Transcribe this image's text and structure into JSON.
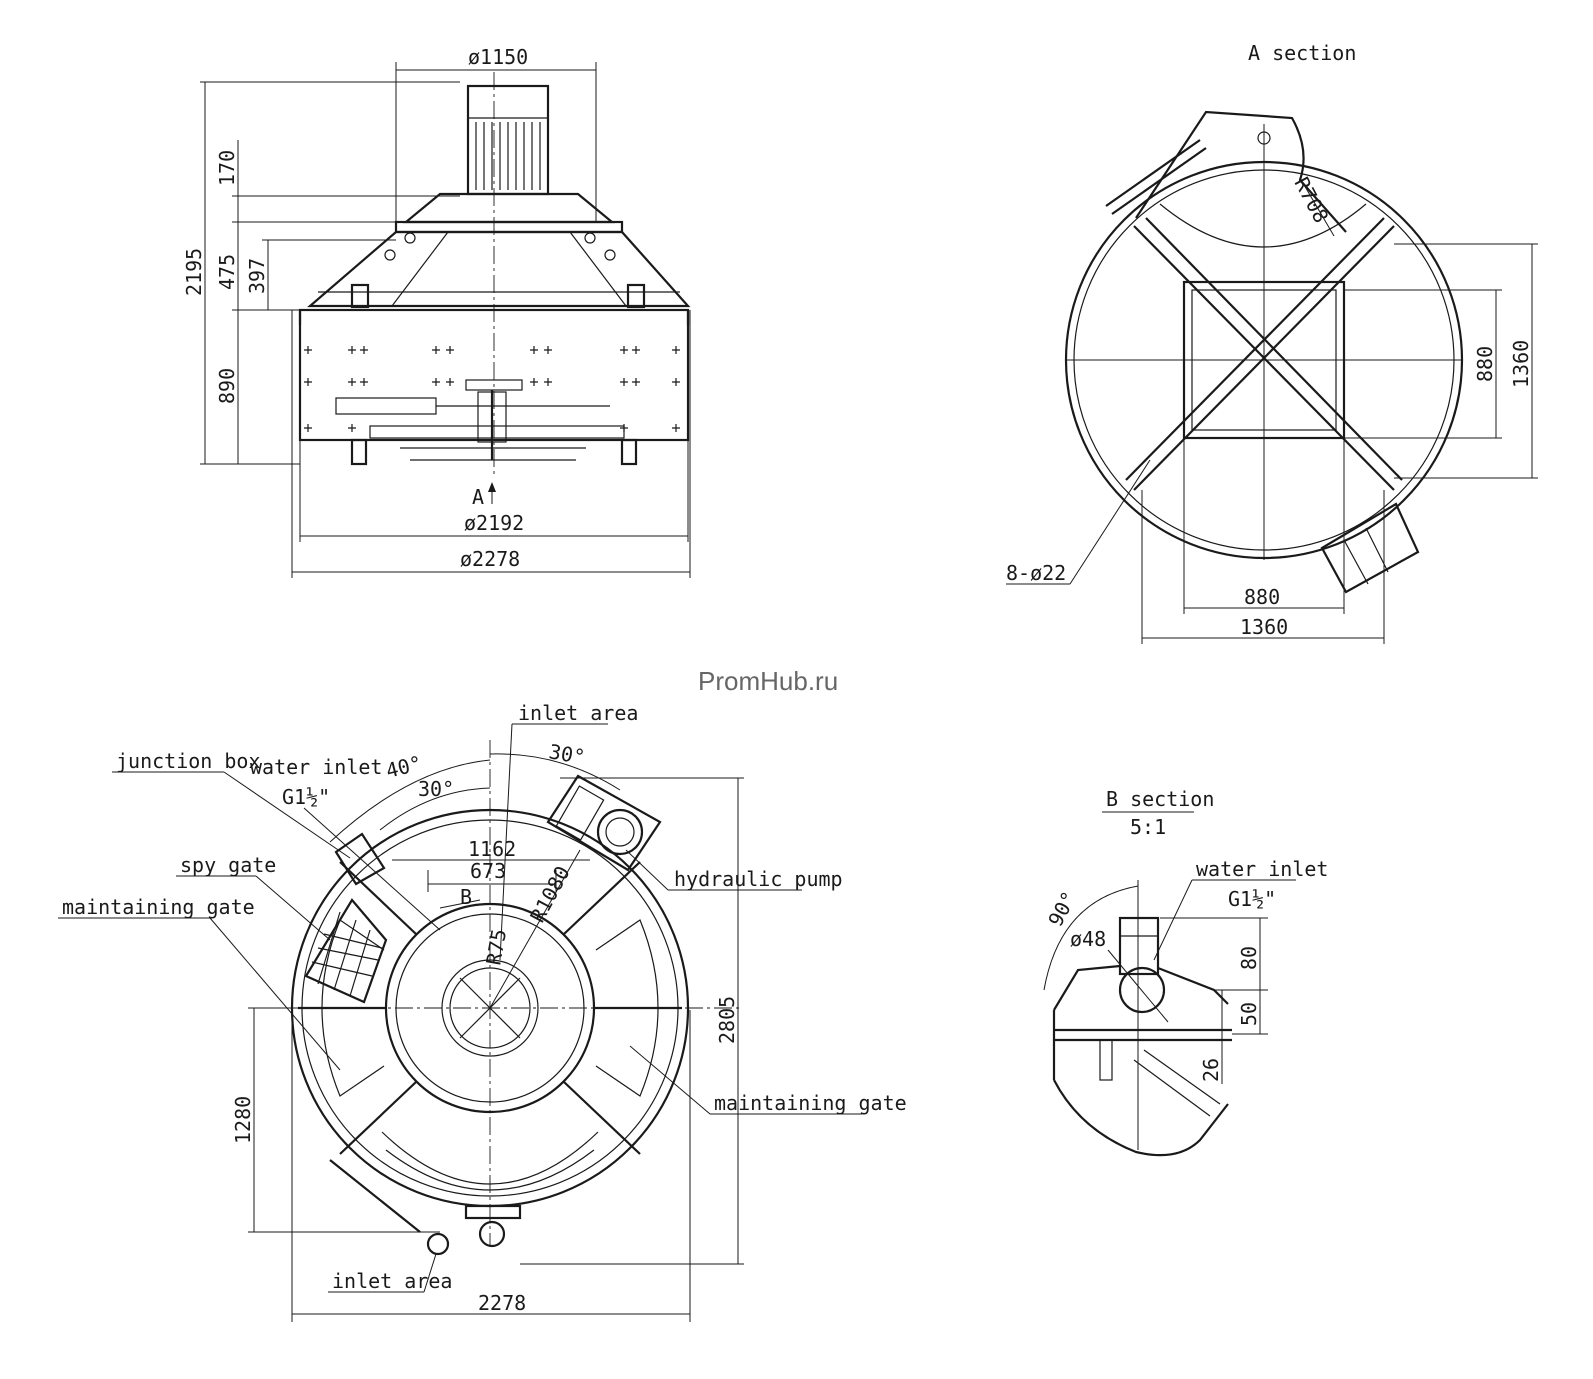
{
  "watermark": "PromHub.ru",
  "colors": {
    "ink": "#1a1a1a",
    "watermark": "#666666",
    "background": "#ffffff"
  },
  "front_view": {
    "dim_top_diameter": "ø1150",
    "dim_170": "170",
    "dim_2195": "2195",
    "dim_475": "475",
    "dim_397": "397",
    "dim_890": "890",
    "section_mark": "A",
    "dim_inner_diameter": "ø2192",
    "dim_outer_diameter": "ø2278"
  },
  "section_a": {
    "title": "A section",
    "dim_radius": "R708",
    "dim_880_v": "880",
    "dim_1360_v": "1360",
    "dim_holes": "8-ø22",
    "dim_880_h": "880",
    "dim_1360_h": "1360"
  },
  "plan_view": {
    "label_inlet_top": "inlet area",
    "label_junction_box": "junction box",
    "label_water_inlet": "water inlet",
    "label_water_inlet_size": "G1½\"",
    "angle_40": "40°",
    "angle_30_left": "30°",
    "angle_30_right": "30°",
    "dim_1162": "1162",
    "dim_673": "673",
    "section_mark": "B",
    "dim_r1080": "R1080",
    "dim_r75": "R75",
    "label_hydraulic_pump": "hydraulic pump",
    "label_spy_gate": "spy gate",
    "label_maintaining_gate_left": "maintaining gate",
    "label_maintaining_gate_right": "maintaining gate",
    "dim_2805": "2805",
    "dim_1280": "1280",
    "label_inlet_bottom": "inlet area",
    "dim_2278": "2278"
  },
  "section_b": {
    "title": "B section",
    "scale": "5:1",
    "label_water_inlet": "water inlet",
    "label_water_inlet_size": "G1½\"",
    "angle_90": "90°",
    "dim_48": "ø48",
    "dim_80": "80",
    "dim_50": "50",
    "dim_26": "26"
  }
}
